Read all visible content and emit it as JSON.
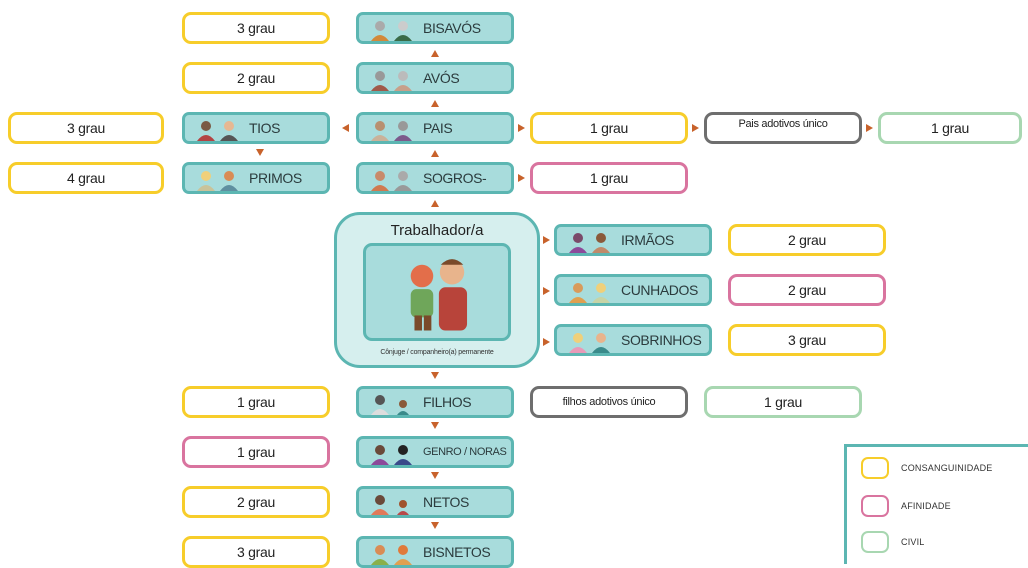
{
  "colors": {
    "consanguinidade": "#f7cd2a",
    "afinidade": "#d9749f",
    "civil": "#a8d7b1",
    "neutral": "#6e6e6e",
    "teal_fill": "#a8dcdc",
    "teal_border": "#5cb6b2",
    "arrow": "#c8622b"
  },
  "relatives": {
    "bisavos": "BISAVÓS",
    "avos": "AVÓS",
    "pais": "PAIS",
    "tios": "TIOS",
    "sogros": "SOGROS-",
    "primos": "PRIMOS",
    "irmaos": "IRMÃOS",
    "cunhados": "CUNHADOS",
    "sobrinhos": "SOBRINHOS",
    "filhos": "FILHOS",
    "genro_noras": "GENRO / NORAS",
    "netos": "NETOS",
    "bisnetos": "BISNETOS"
  },
  "degrees": {
    "bisavos": "3 grau",
    "avos": "2 grau",
    "tios": "3 grau",
    "primos": "4 grau",
    "pais": "1 grau",
    "pais_adotivos_label": "Pais adotivos único",
    "pais_adotivos": "1 grau",
    "sogros": "1 grau",
    "irmaos": "2 grau",
    "cunhados": "2 grau",
    "sobrinhos": "3 grau",
    "filhos": "1 grau",
    "filhos_adotivos_label": "filhos adotivos único",
    "filhos_adotivos": "1 grau",
    "genro_noras": "1 grau",
    "netos": "2 grau",
    "bisnetos": "3 grau"
  },
  "worker": {
    "title": "Trabalhador/a",
    "caption": "Cônjuge / companheiro(a) permanente"
  },
  "legend": {
    "consanguinidade": "CONSANGUINIDADE",
    "afinidade": "AFINIDADE",
    "civil": "CIVIL"
  },
  "icons": {
    "relative": "person-pair-icon",
    "couple": "couple-icon"
  }
}
